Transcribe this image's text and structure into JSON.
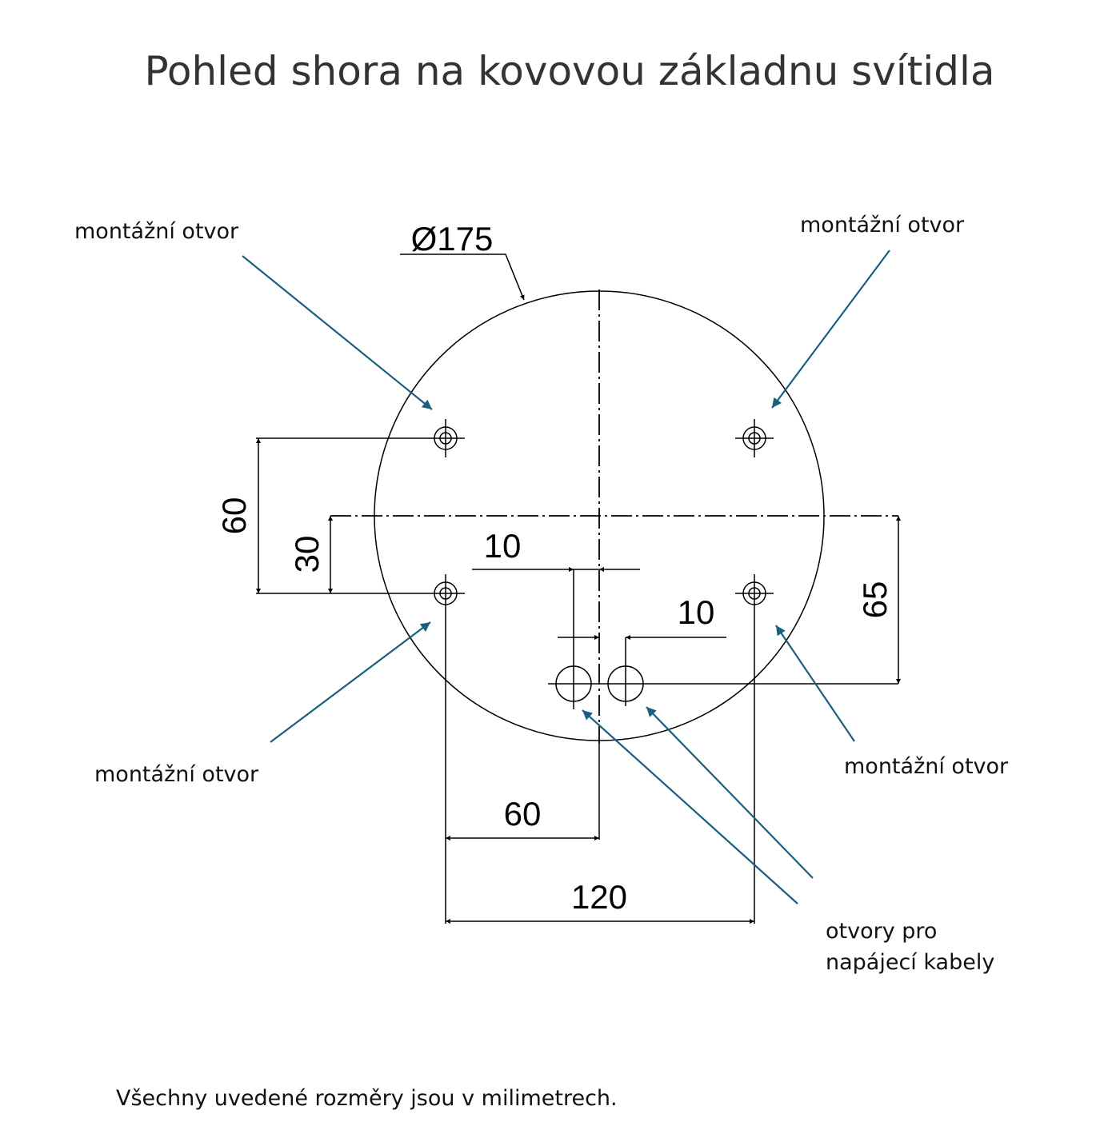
{
  "title": "Pohled shora na kovovou základnu svítidla",
  "diameter_label": "Ø175",
  "callouts": {
    "mount_top_left": "montážní otvor",
    "mount_top_right": "montážní otvor",
    "mount_bottom_left": "montážní otvor",
    "mount_bottom_right": "montážní otvor",
    "cable_line1": "otvory pro",
    "cable_line2": "napájecí kabely"
  },
  "dimensions": {
    "vertical_60": "60",
    "vertical_30": "30",
    "vertical_65": "65",
    "cable_offset_1": "10",
    "cable_offset_2": "10",
    "horizontal_60": "60",
    "horizontal_120": "120"
  },
  "footer_note": "Všechny uvedené rozměry jsou v milimetrech.",
  "colors": {
    "leader": "#1a5f7e",
    "title": "#333333"
  }
}
